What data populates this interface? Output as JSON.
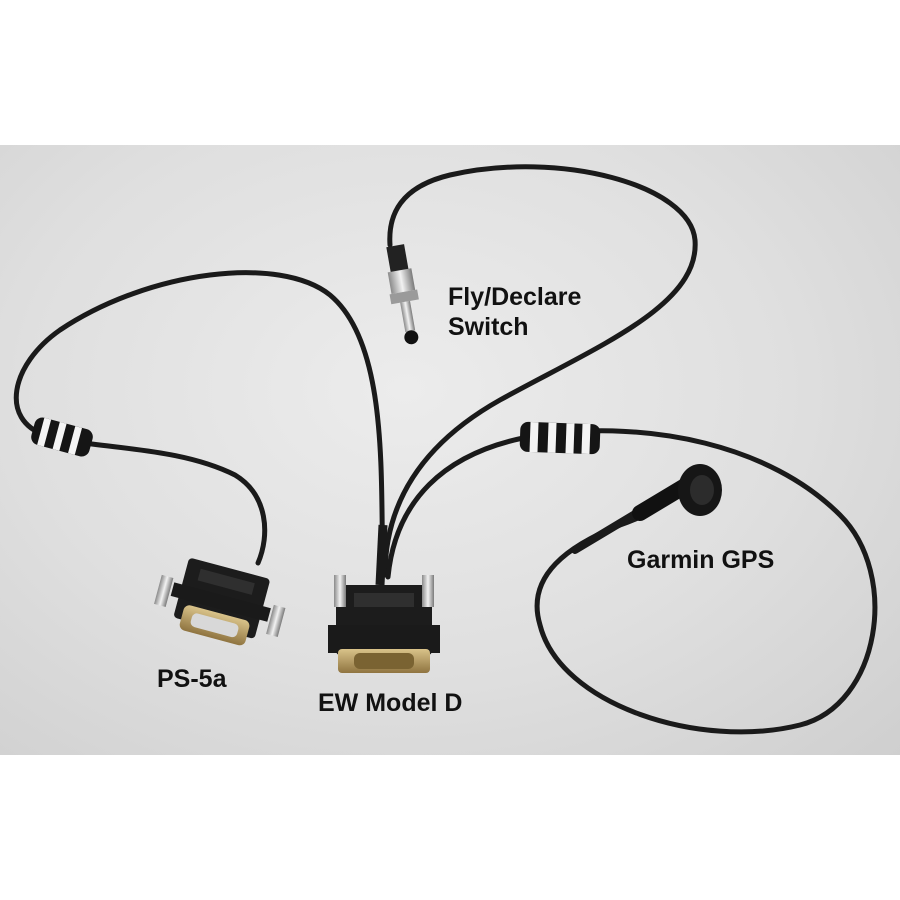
{
  "labels": {
    "switch_line1": "Fly/Declare",
    "switch_line2": "Switch",
    "gps": "Garmin GPS",
    "ps5a": "PS-5a",
    "ew": "EW Model D"
  },
  "colors": {
    "background": "#dfdfdf",
    "cable": "#1a1a1a",
    "connector_body": "#1c1c1c",
    "connector_shell": "#b9a06a",
    "label_text": "#111111"
  }
}
